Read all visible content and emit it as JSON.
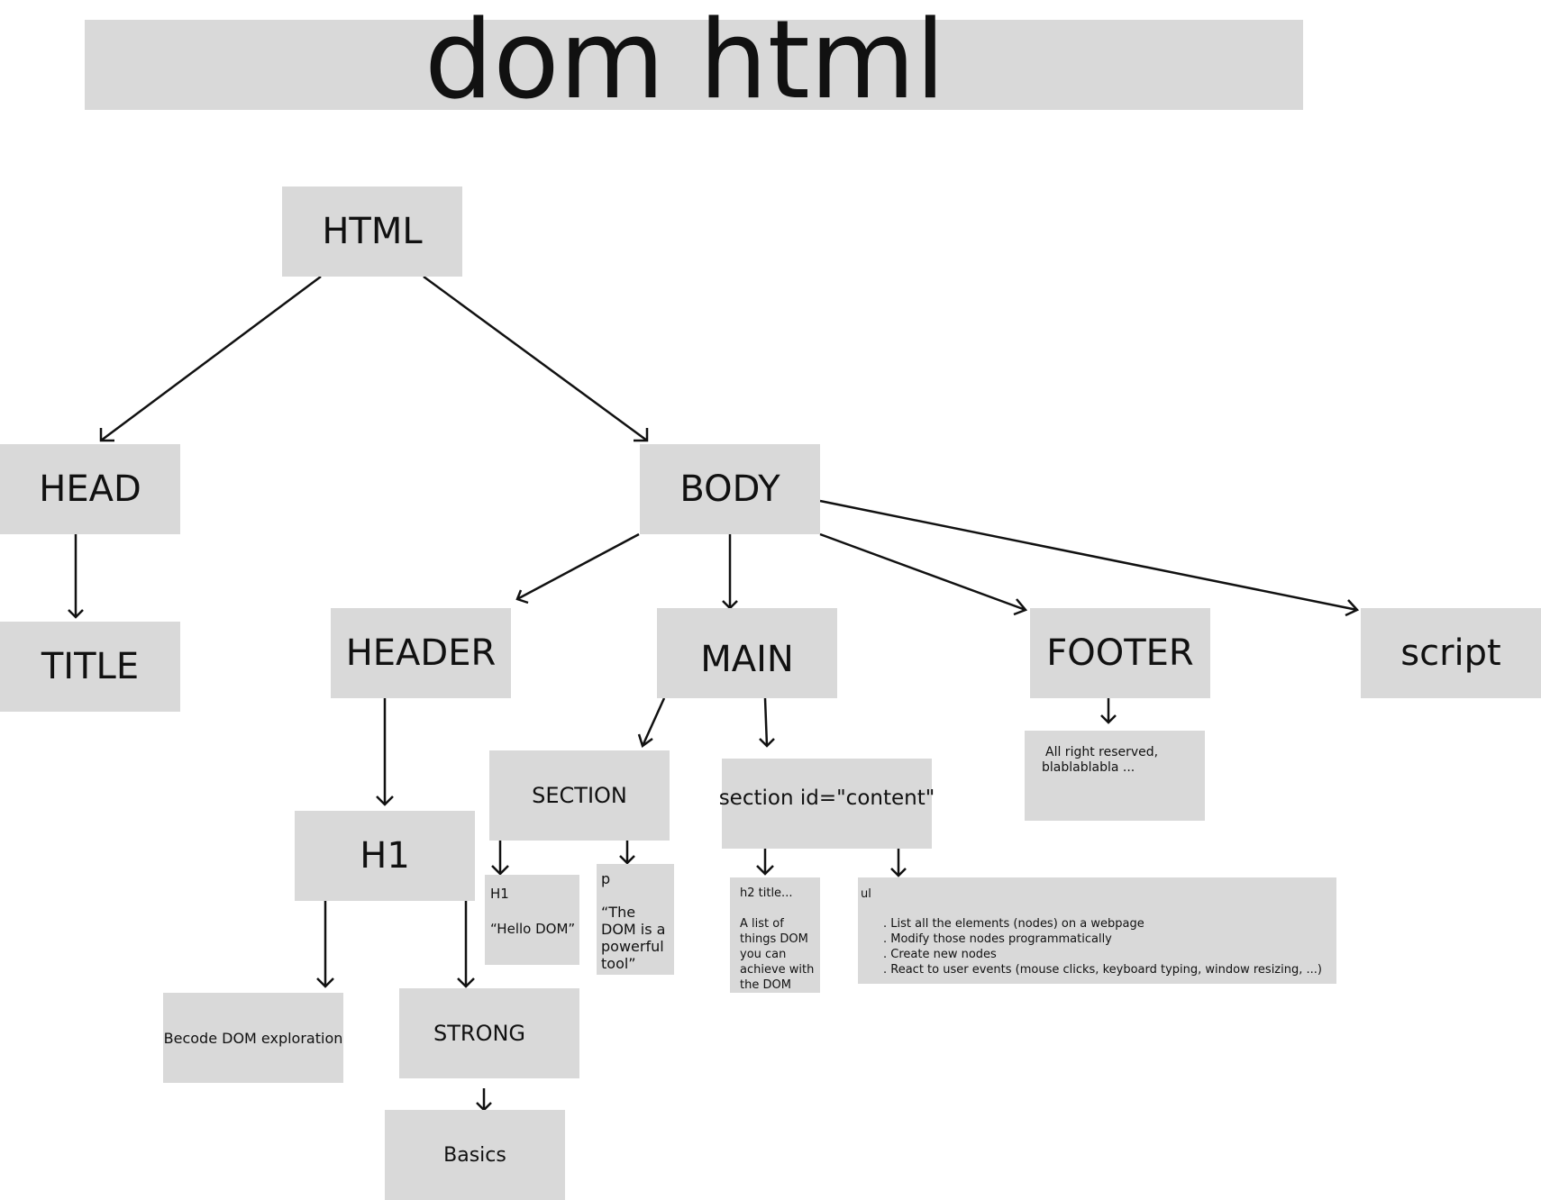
{
  "title": "dom html",
  "nodes": {
    "html": "HTML",
    "head": "HEAD",
    "title": "TITLE",
    "body": "BODY",
    "header": "HEADER",
    "main": "MAIN",
    "footer": "FOOTER",
    "script": "script",
    "h1": "H1",
    "section": "SECTION",
    "section_content": "section id=\"content\"",
    "becode": "Becode DOM exploration",
    "strong": "STRONG",
    "basics": "Basics"
  },
  "notes": {
    "footer_text": {
      "line1": "All right reserved,",
      "line2": "blablablabla ..."
    },
    "section_h1": {
      "tag": "H1",
      "text": "“Hello DOM”"
    },
    "section_p": {
      "tag": "p",
      "line1": "“The",
      "line2": "DOM is a",
      "line3": "powerful",
      "line4": "tool”"
    },
    "content_h2": {
      "tag": "h2 title...",
      "line1": "A list of",
      "line2": "things DOM",
      "line3": "you can",
      "line4": "achieve with",
      "line5": "the DOM"
    },
    "content_ul": {
      "tag": "ul",
      "items": [
        ".  List all the elements (nodes) on a webpage",
        ". Modify those nodes programmatically",
        ".  Create new nodes",
        ".  React to user events (mouse clicks, keyboard typing, window resizing, ...)"
      ]
    }
  }
}
